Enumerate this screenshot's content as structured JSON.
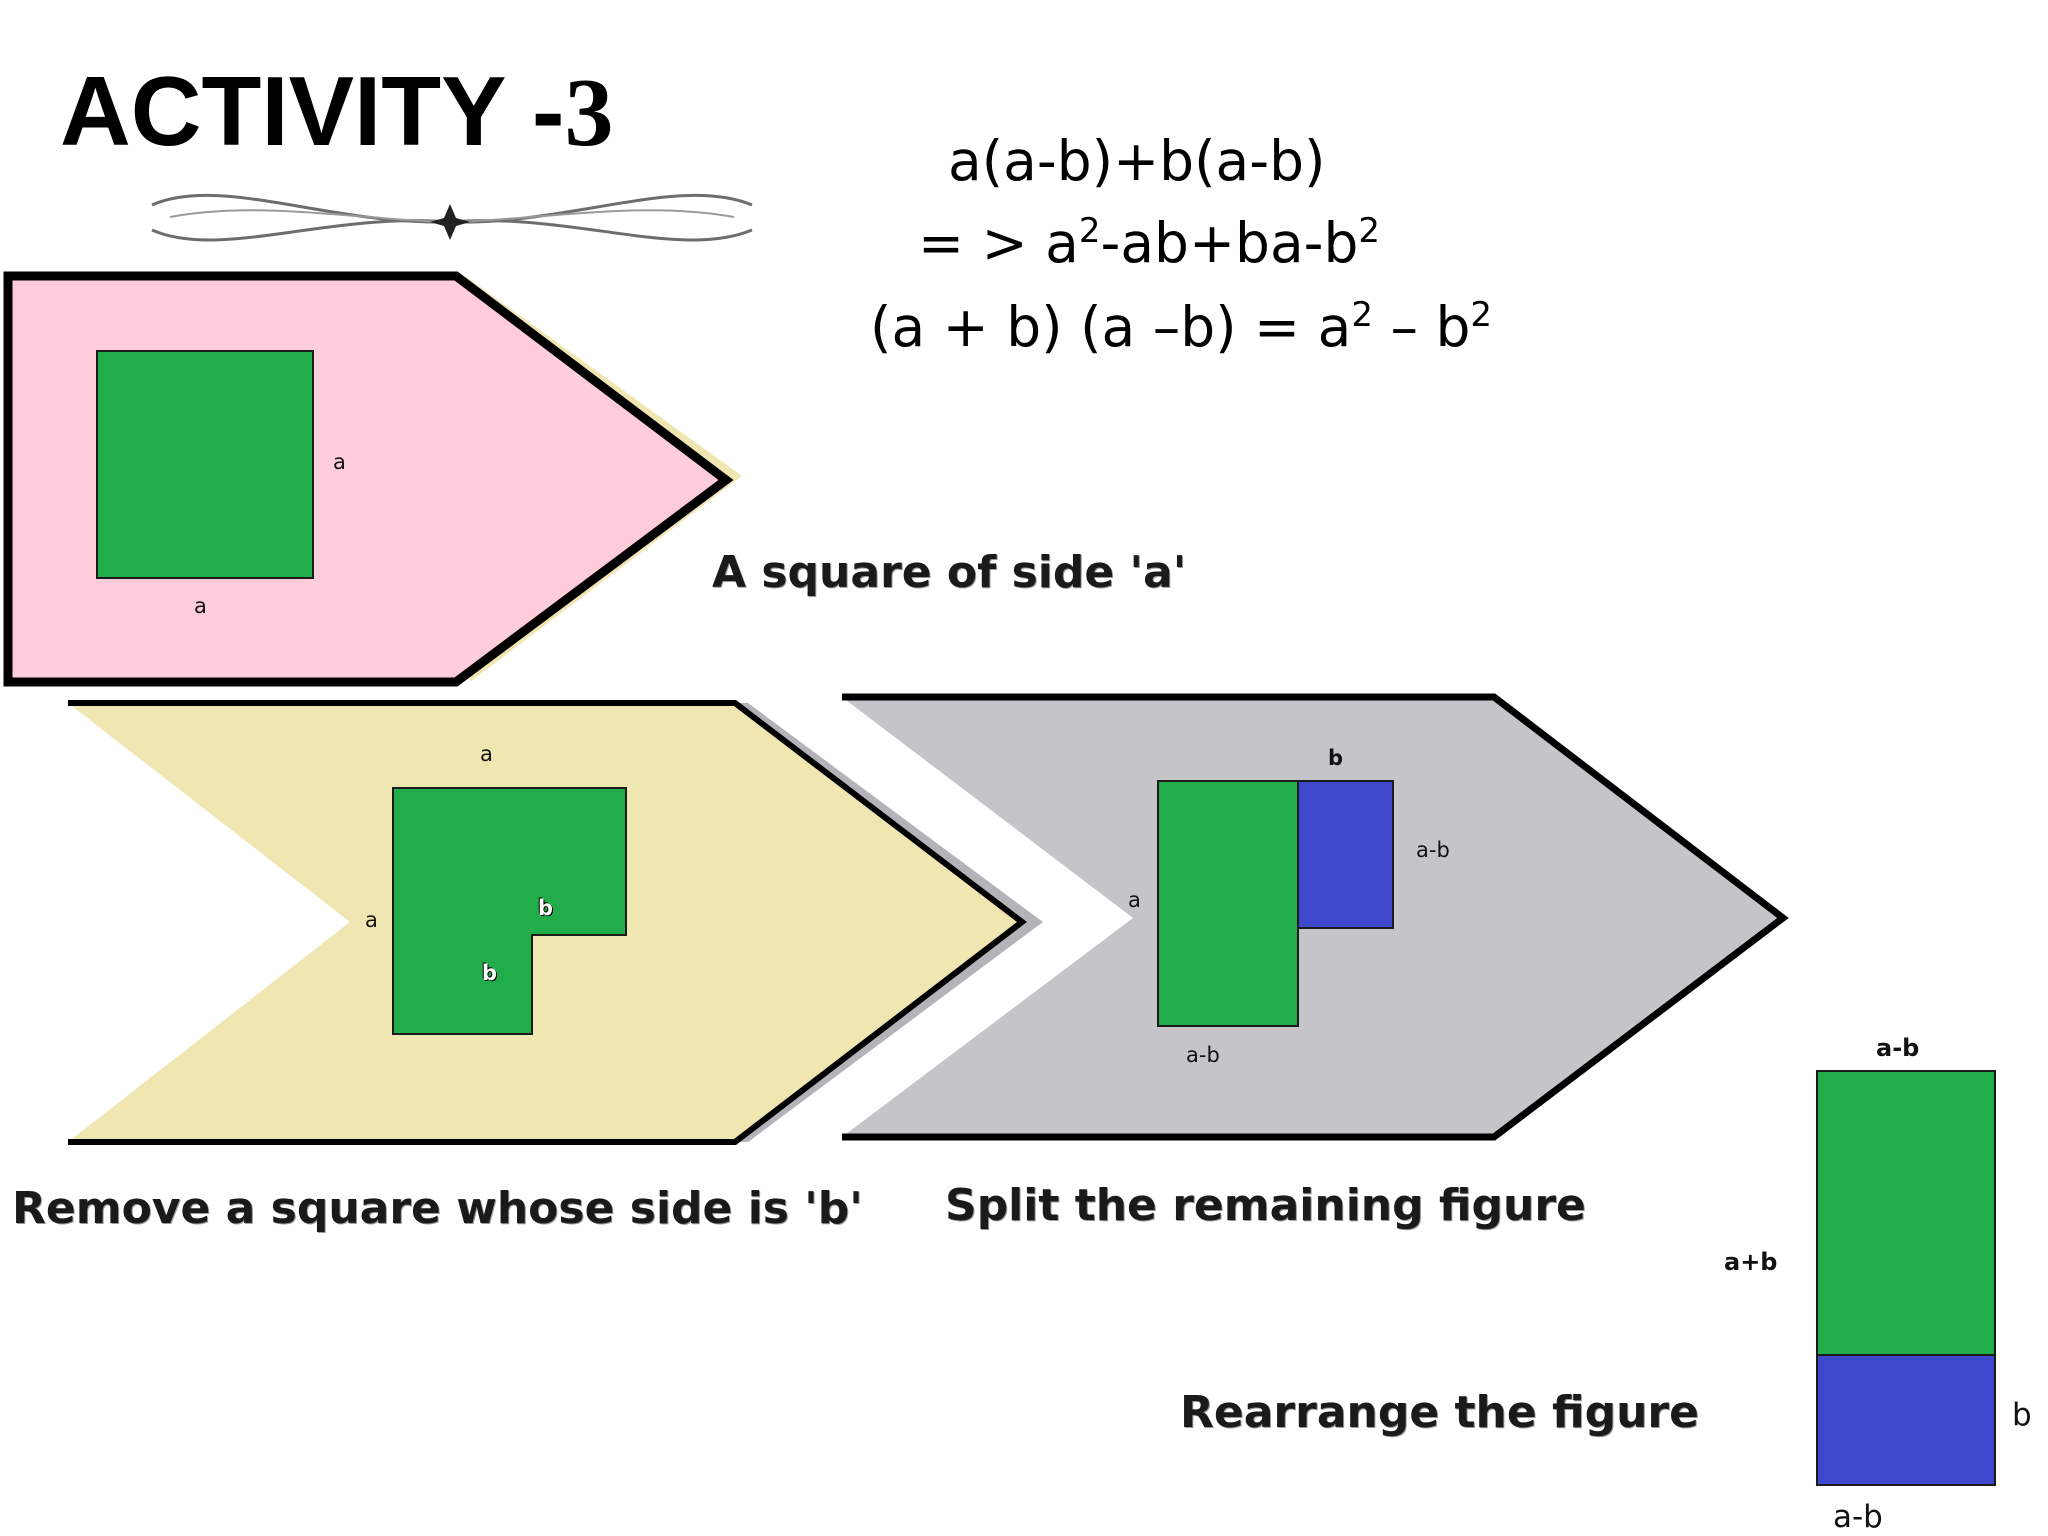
{
  "title": {
    "prefix": "ACTIVITY -",
    "number": "3"
  },
  "equations": {
    "line1": "a(a-b)+b(a-b)",
    "line2": {
      "prefix": "= > a",
      "exp1": "2",
      "middle": "-ab+ba-b",
      "exp2": "2"
    },
    "line3": {
      "prefix": "(a + b) (a –b) = a",
      "exp1": "2",
      "middle": " – b",
      "exp2": "2"
    }
  },
  "captions": {
    "step1": "A square of side 'a'",
    "step2": "Remove a square whose side is  'b'",
    "step3": "Split the remaining figure",
    "step4": "Rearrange the figure"
  },
  "labels": {
    "step1_right": "a",
    "step1_bottom": "a",
    "step2_top": "a",
    "step2_left": "a",
    "step2_notch_right": "b",
    "step2_notch_bottom": "b",
    "step3_top": "b",
    "step3_right": "a-b",
    "step3_left": "a",
    "step3_bottom": "a-b",
    "step4_top": "a-b",
    "step4_left": "a+b",
    "step4_right": "b",
    "step4_bottom": "a-b"
  },
  "colors": {
    "pink": "#ffccdc",
    "cream": "#efe6b1",
    "grey": "#c5c4c8",
    "shadow": "#b5b3ba",
    "green": "#22ad4b",
    "blue": "#3f48cc",
    "outline": "#000000"
  }
}
